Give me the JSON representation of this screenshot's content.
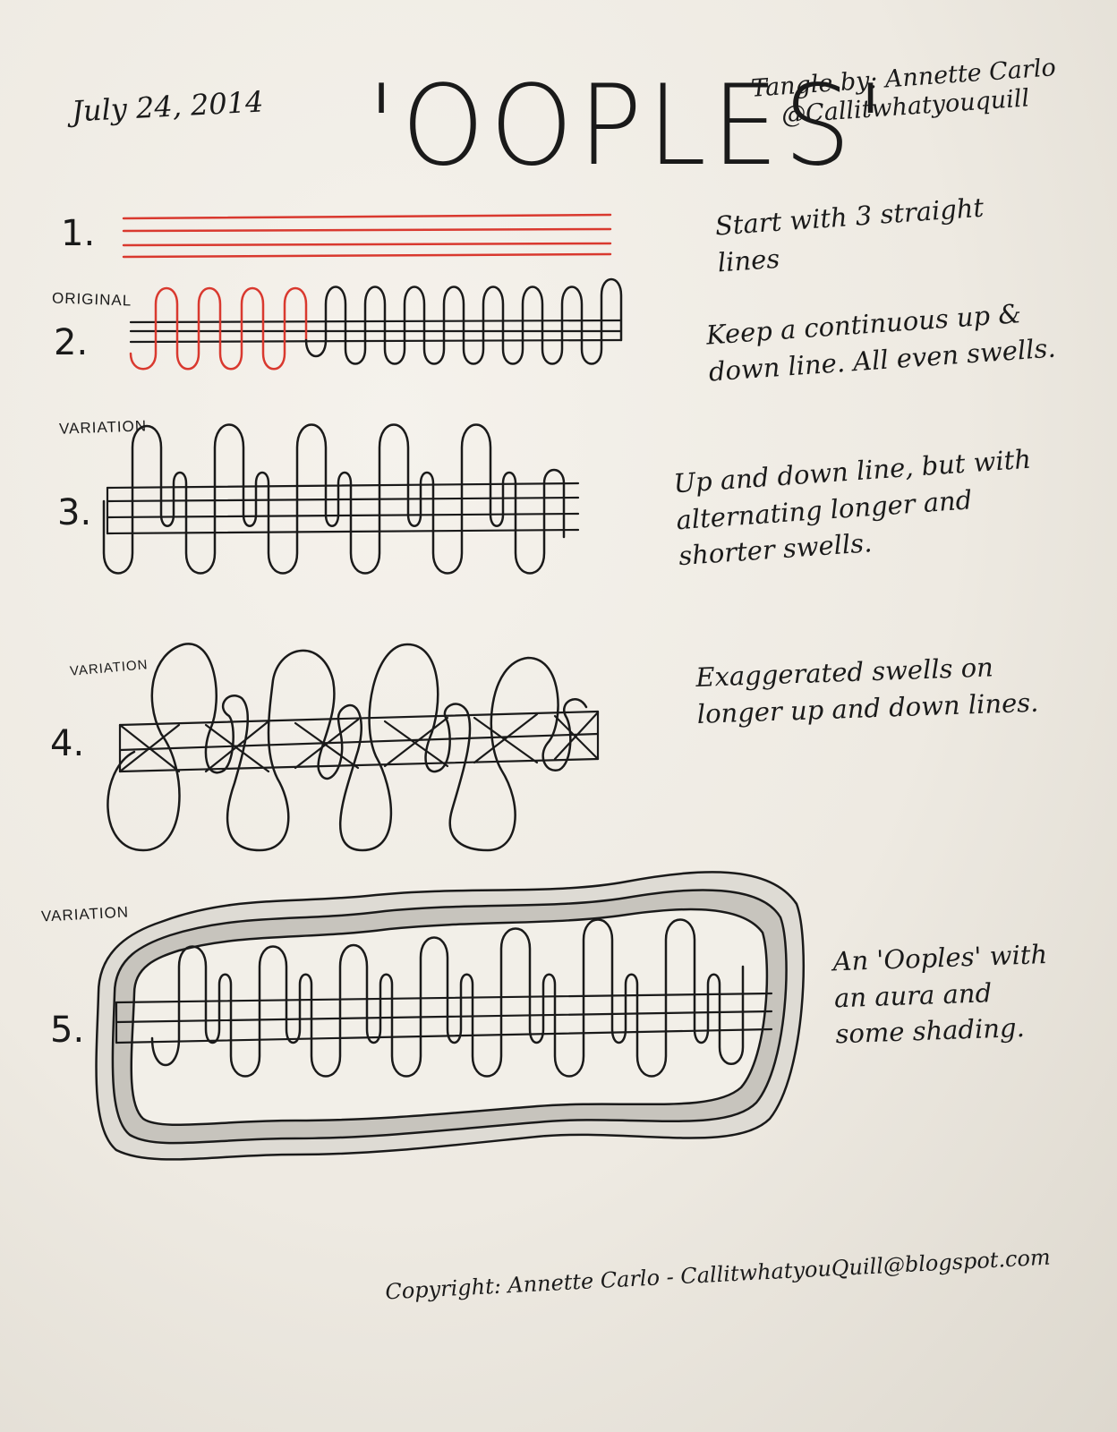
{
  "header": {
    "date": "July 24, 2014",
    "title": "'OOPLES'",
    "credit_line1": "Tangle by: Annette Carlo",
    "credit_line2": "@Callitwhatyouquill"
  },
  "steps": [
    {
      "number": "1.",
      "tag": "",
      "description": "Start with 3 straight lines"
    },
    {
      "number": "2.",
      "tag": "ORIGINAL",
      "description": "Keep a continuous up & down line. All even swells."
    },
    {
      "number": "3.",
      "tag": "VARIATION",
      "description": "Up and down line, but with alternating longer and shorter swells."
    },
    {
      "number": "4.",
      "tag": "VARIATION",
      "description": "Exaggerated swells on longer up and down lines."
    },
    {
      "number": "5.",
      "tag": "VARIATION",
      "description": "An 'Ooples' with an aura and some shading."
    }
  ],
  "footer": {
    "copyright": "Copyright: Annette Carlo - CallitwhatyouQuill@blogspot.com"
  },
  "colors": {
    "ink": "#1a1a1a",
    "red_ink": "#d9392f",
    "paper": "#f2efe8",
    "shading": "#b9b6b0"
  }
}
